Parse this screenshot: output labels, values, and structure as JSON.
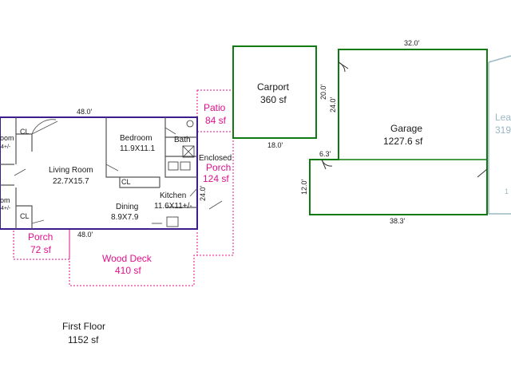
{
  "plan": {
    "house": {
      "top_dim": "48.0'",
      "bottom_dim": "48.0'"
    },
    "rooms": {
      "living_room": {
        "name": "Living Room",
        "size": "22.7X15.7"
      },
      "bedroom": {
        "name": "Bedroom",
        "size": "11.9X11.1"
      },
      "dining": {
        "name": "Dining",
        "size": "8.9X7.9"
      },
      "kitchen": {
        "name": "Kitchen",
        "size": "11.6X11+/-"
      },
      "bath": "Bath",
      "closet": "CL",
      "left_room_top_fragment": "oom",
      "left_room_top_size": "4+/-",
      "left_room_bottom_fragment": "om",
      "left_room_bottom_size": "4+/-"
    },
    "outdoor": {
      "patio": {
        "name": "Patio",
        "area": "84 sf"
      },
      "enclosed_porch": {
        "name_line1": "Enclosed",
        "name_line2": "Porch",
        "area": "124 sf",
        "dim": "24.0'"
      },
      "porch": {
        "name": "Porch",
        "area": "72 sf"
      },
      "wood_deck": {
        "name": "Wood Deck",
        "area": "410 sf"
      }
    },
    "carport": {
      "name": "Carport",
      "area": "360 sf",
      "dim_side": "20.0'",
      "dim_bottom": "18.0'"
    },
    "garage": {
      "name": "Garage",
      "area": "1227.6 sf",
      "dim_top": "32.0'",
      "dim_side": "24.0'",
      "dim_notch": "6.3'",
      "dim_left": "12.0'",
      "dim_bottom": "38.3'"
    },
    "lean_to": {
      "name_fragment": "Lea",
      "area_fragment": "319",
      "edge_fragment": "1"
    },
    "first_floor": {
      "label": "First Floor",
      "area": "1152 sf"
    }
  },
  "colors": {
    "house_outline": "#3d1c8c",
    "room_lines": "#555555",
    "outdoor_dashed": "#e0108c",
    "garage_outline": "#127a12",
    "lean_to_outline": "#9ab8c4"
  }
}
